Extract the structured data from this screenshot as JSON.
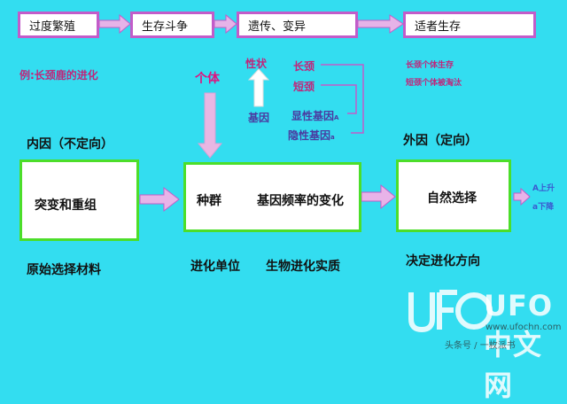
{
  "top_flow": [
    "过度繁殖",
    "生存斗争",
    "遗传、变异",
    "适者生存"
  ],
  "example_label": "例:长颈鹿的进化",
  "individual_label": "个体",
  "trait_label": "性状",
  "gene_label": "基因",
  "long_neck": "长颈",
  "short_neck": "短颈",
  "dominant_gene": "显性基因",
  "dominant_gene_mark": "A",
  "recessive_gene": "隐性基因",
  "recessive_gene_mark": "a",
  "survival_note_1": "长颈个体生存",
  "survival_note_2": "短颈个体被淘汰",
  "internal_cause": "内因（不定向）",
  "external_cause": "外因（定向）",
  "mutation_box": "突变和重组",
  "population_box": "种群",
  "gene_freq_box": "基因频率的变化",
  "natural_selection_box": "自然选择",
  "raw_material": "原始选择材料",
  "evolution_unit": "进化单位",
  "evolution_essence": "生物进化实质",
  "direction": "决定进化方向",
  "a_up": "A上升",
  "a_down": "a下降",
  "watermark_brand": "UFO中文网",
  "watermark_url": "www.ufochn.com",
  "watermark_author": "头条号 / 一枚派书"
}
